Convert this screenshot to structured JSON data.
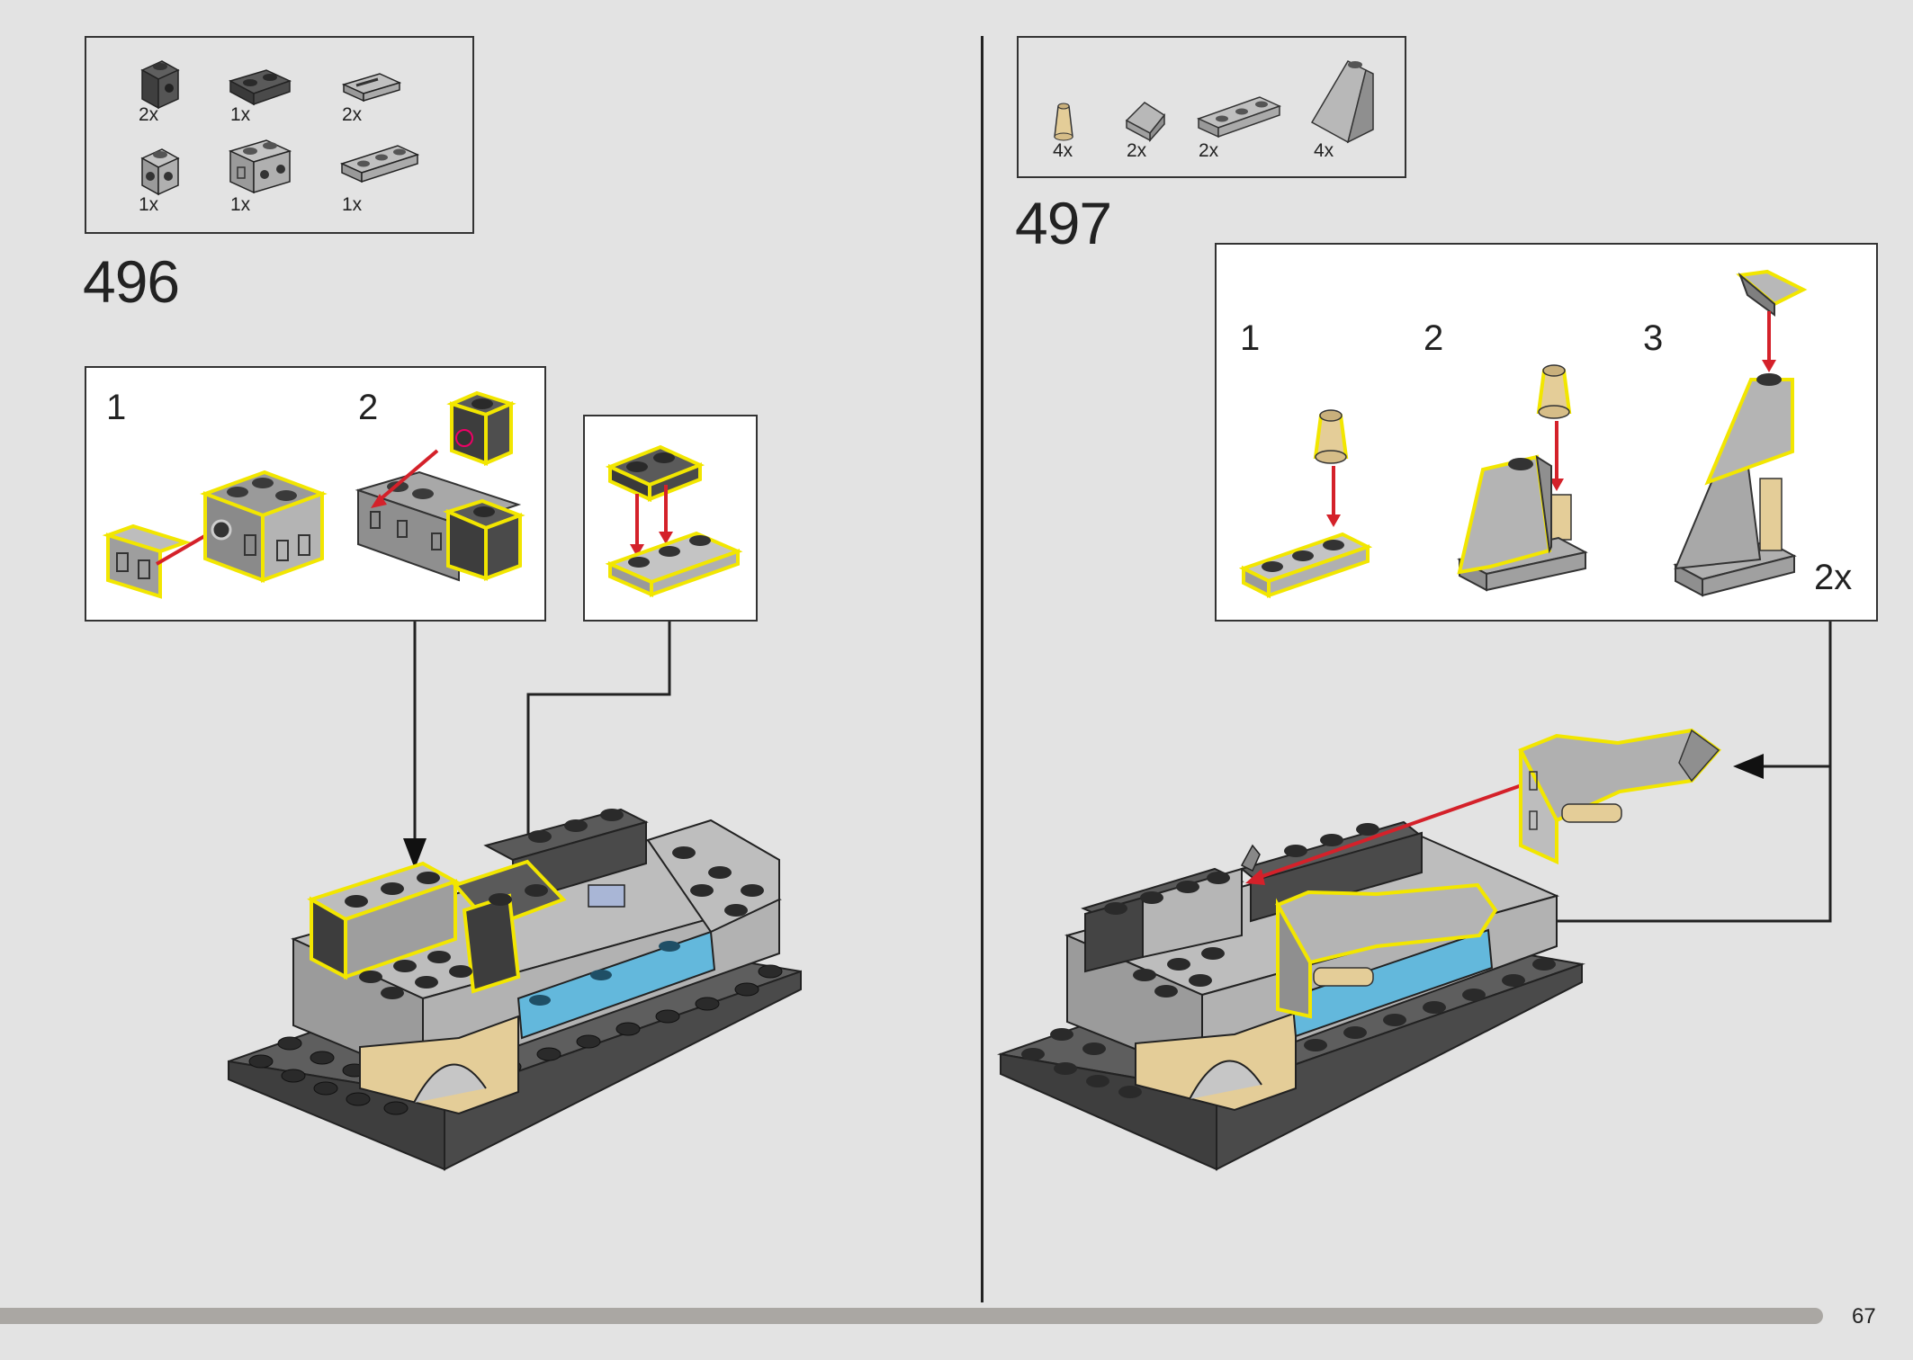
{
  "left_page": {
    "step_number": "496",
    "parts": [
      {
        "qty": "2x",
        "icon": "dark-gray-brick-1x1-stud-side-icon"
      },
      {
        "qty": "1x",
        "icon": "dark-gray-plate-1x2-icon"
      },
      {
        "qty": "2x",
        "icon": "light-gray-tile-grille-icon"
      },
      {
        "qty": "1x",
        "icon": "light-gray-brick-1x1-studs-sides-icon"
      },
      {
        "qty": "1x",
        "icon": "light-gray-brick-1x2-studs-side-icon"
      },
      {
        "qty": "1x",
        "icon": "light-gray-plate-1x3-icon"
      }
    ],
    "sub_steps": [
      "1",
      "2"
    ]
  },
  "right_page": {
    "step_number": "497",
    "parts": [
      {
        "qty": "4x",
        "icon": "tan-cone-1x1-icon"
      },
      {
        "qty": "2x",
        "icon": "light-gray-slope-icon"
      },
      {
        "qty": "2x",
        "icon": "light-gray-plate-1x3-icon"
      },
      {
        "qty": "4x",
        "icon": "light-gray-slope-tall-icon"
      }
    ],
    "sub_steps": [
      "1",
      "2",
      "3"
    ],
    "multiplier": "2x"
  },
  "footer": {
    "page_number": "67"
  },
  "colors": {
    "background": "#e3e3e3",
    "highlight": "#f2e600",
    "arrow_red": "#d4212a",
    "dark_gray": "#4a4a4a",
    "light_gray": "#a5a5a5",
    "tan": "#e4cd98",
    "blue": "#63b8dc"
  }
}
